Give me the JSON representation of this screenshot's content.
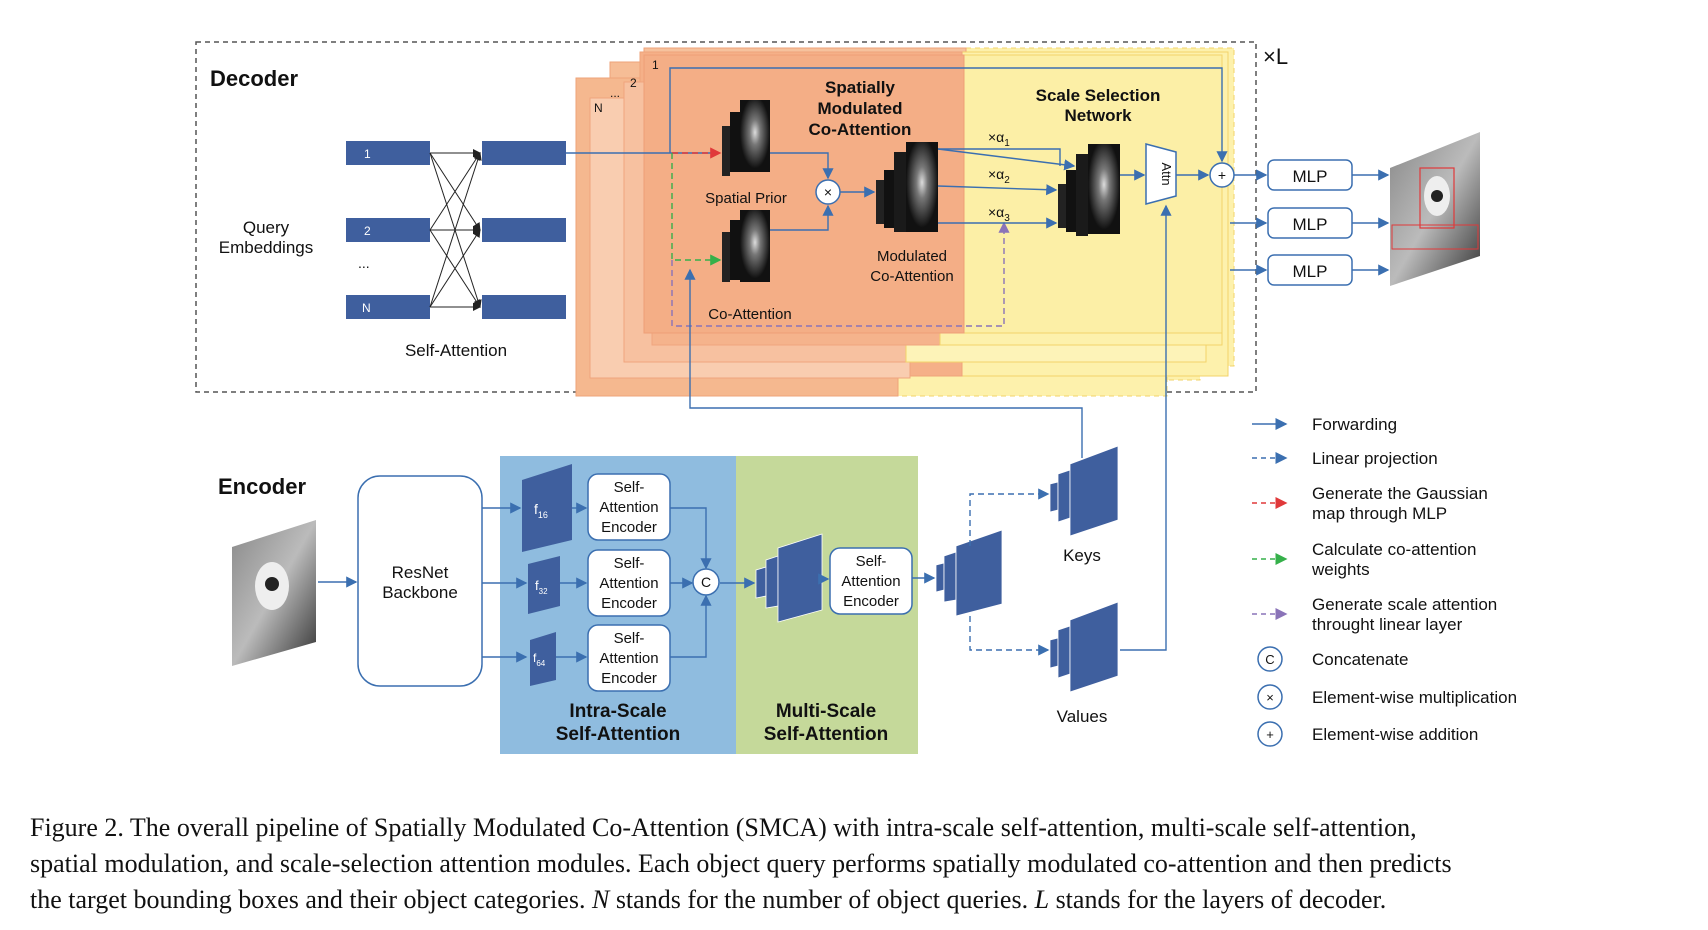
{
  "decoder": {
    "title": "Decoder",
    "repeat": "×L",
    "query_label": [
      "Query",
      "Embeddings"
    ],
    "query_tokens": [
      "1",
      "2",
      "...",
      "N"
    ],
    "self_attention": "Self-Attention",
    "stack_labels": [
      "1",
      "2",
      "...",
      "N"
    ],
    "smca_title": [
      "Spatially",
      "Modulated",
      "Co-Attention"
    ],
    "scale_title": [
      "Scale Selection",
      "Network"
    ],
    "spatial_prior": "Spatial Prior",
    "co_attention": "Co-Attention",
    "modulated": [
      "Modulated",
      "Co-Attention"
    ],
    "mul_symbol": "×",
    "add_symbol": "+",
    "alphas": [
      {
        "base": "×α",
        "sub": "1"
      },
      {
        "base": "×α",
        "sub": "2"
      },
      {
        "base": "×α",
        "sub": "3"
      }
    ],
    "attn": "Attn",
    "mlp": [
      "MLP",
      "MLP",
      "MLP"
    ]
  },
  "encoder": {
    "title": "Encoder",
    "backbone": [
      "ResNet",
      "Backbone"
    ],
    "features": [
      {
        "base": "f",
        "sub": "16"
      },
      {
        "base": "f",
        "sub": "32"
      },
      {
        "base": "f",
        "sub": "64"
      }
    ],
    "sa_encoder": [
      "Self-",
      "Attention",
      "Encoder"
    ],
    "concat_symbol": "C",
    "intra_scale": [
      "Intra-Scale",
      "Self-Attention"
    ],
    "multi_scale": [
      "Multi-Scale",
      "Self-Attention"
    ],
    "keys": "Keys",
    "values": "Values"
  },
  "legend": [
    {
      "label": [
        "Forwarding"
      ],
      "style": "solid",
      "color": "#3b6fb0"
    },
    {
      "label": [
        "Linear projection"
      ],
      "style": "dashed",
      "color": "#3b6fb0"
    },
    {
      "label": [
        "Generate the Gaussian",
        "map through MLP"
      ],
      "style": "dashed",
      "color": "#e0393a"
    },
    {
      "label": [
        "Calculate co-attention",
        "weights"
      ],
      "style": "dashed",
      "color": "#35b04a"
    },
    {
      "label": [
        "Generate scale attention",
        "throught linear layer"
      ],
      "style": "dashed",
      "color": "#8a73b8"
    },
    {
      "label": [
        "Concatenate"
      ],
      "symbol": "C"
    },
    {
      "label": [
        "Element-wise multiplication"
      ],
      "symbol": "×"
    },
    {
      "label": [
        "Element-wise addition"
      ],
      "symbol": "+"
    }
  ],
  "colors": {
    "blue_block": "#3f5f9e",
    "line_blue": "#3b6fb0",
    "orange_panel": "#f6b58d",
    "yellow_panel": "#fdf1ac",
    "intra_bg": "#8fbcdf",
    "multi_bg": "#c5d99a"
  },
  "caption": {
    "line1": "Figure 2. The overall pipeline of Spatially Modulated Co-Attention (SMCA) with intra-scale self-attention, multi-scale self-attention,",
    "line2": "spatial modulation, and scale-selection attention modules. Each object query performs spatially modulated co-attention and then predicts",
    "line3_a": "the target bounding boxes and their object categories. ",
    "line3_n": "N",
    "line3_b": " stands for the number of object queries. ",
    "line3_l": "L",
    "line3_c": " stands for the layers of decoder."
  }
}
